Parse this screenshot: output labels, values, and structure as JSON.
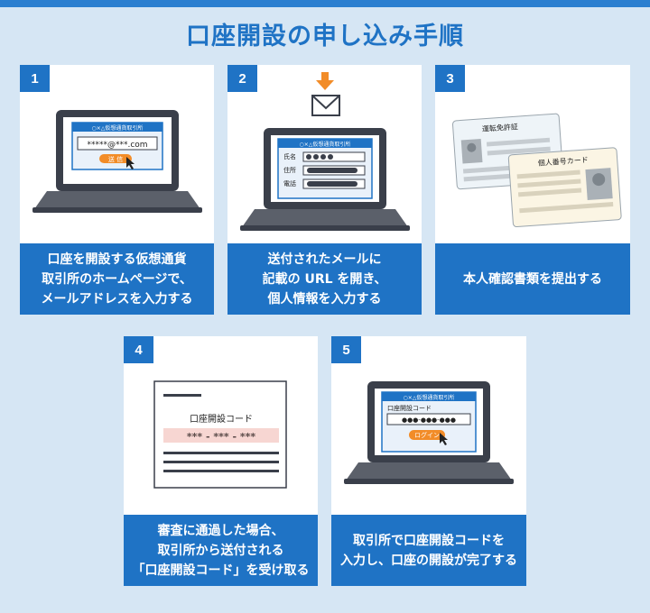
{
  "title": "口座開設の申し込み手順",
  "steps": [
    {
      "num": "1",
      "caption": [
        "口座を開設する仮想通貨",
        "取引所のホームページで、",
        "メールアドレスを入力する"
      ],
      "screen_header": "○×△仮想通貨取引所",
      "email_value": "*****@***.com",
      "submit_label": "送 信"
    },
    {
      "num": "2",
      "caption": [
        "送付されたメールに",
        "記載の URL を開き、",
        "個人情報を入力する"
      ],
      "screen_header": "○×△仮想通貨取引所",
      "fields": [
        "氏名",
        "住所",
        "電話"
      ]
    },
    {
      "num": "3",
      "caption": [
        "本人確認書類を提出する"
      ],
      "card_back_label": "運転免許証",
      "card_front_label": "個人番号カード"
    },
    {
      "num": "4",
      "caption": [
        "審査に通過した場合、",
        "取引所から送付される",
        "「口座開設コード」を受け取る"
      ],
      "doc_label": "口座開設コード",
      "code_value": "*** - *** - ***"
    },
    {
      "num": "5",
      "caption": [
        "取引所で口座開設コードを",
        "入力し、口座の開設が完了する"
      ],
      "screen_header": "○×△仮想通貨取引所",
      "code_label": "口座開設コード",
      "code_value": "●●●-●●●-●●●",
      "login_label": "ログイン"
    }
  ],
  "colors": {
    "accent": "#1f73c5",
    "background": "#d6e6f4",
    "button_orange": "#f28c28",
    "highlight_pink": "#f7d6d2"
  }
}
